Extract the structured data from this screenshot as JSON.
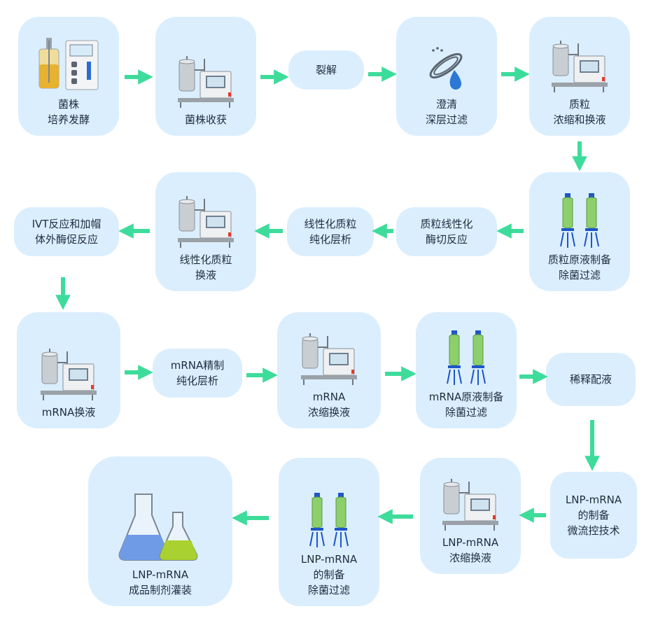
{
  "nodes": {
    "n1": "菌株\n培养发酵",
    "n2": "菌株收获",
    "n3": "裂解",
    "n4": "澄清\n深层过滤",
    "n5": "质粒\n浓缩和换液",
    "n6": "质粒原液制备\n除菌过滤",
    "n7": "质粒线性化\n酶切反应",
    "n8": "线性化质粒\n纯化层析",
    "n9": "线性化质粒\n换液",
    "n10": "IVT反应和加帽\n体外酶促反应",
    "n11": "mRNA换液",
    "n12": "mRNA精制\n纯化层析",
    "n13": "mRNA\n浓缩换液",
    "n14": "mRNA原液制备\n除菌过滤",
    "n15": "稀释配液",
    "n16": "LNP-mRNA\n的制备\n微流控技术",
    "n17": "LNP-mRNA\n浓缩换液",
    "n18": "LNP-mRNA\n的制备\n除菌过滤",
    "n19": "LNP-mRNA\n成品制剂灌装"
  },
  "colors": {
    "node_bg": "#dbeefd",
    "arrow": "#3ddc9b",
    "text": "#1f2d3d"
  }
}
